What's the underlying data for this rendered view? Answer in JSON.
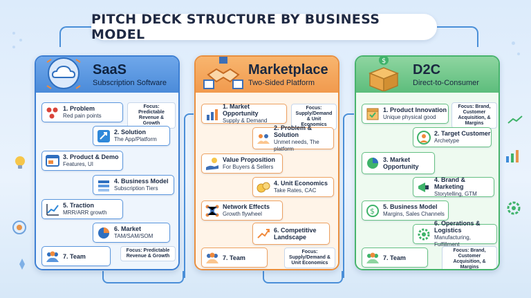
{
  "title": "PITCH DECK STRUCTURE BY BUSINESS MODEL",
  "colors": {
    "saas": "#4b8bd9",
    "marketplace": "#f19a4e",
    "d2c": "#5dbd7c",
    "connector": "#4a8fd8"
  },
  "saas": {
    "title": "SaaS",
    "subtitle": "Subscription Software",
    "header_icon": "cloud-icon",
    "focus_top": "Focus: Predictable Revenue & Growth",
    "focus_bottom": "Focus: Predictable Revenue & Growth",
    "items": [
      {
        "label": "1. Problem",
        "detail": "Red pain points",
        "icon": "red-drops-icon"
      },
      {
        "label": "2. Solution",
        "detail": "The App/Platform",
        "icon": "app-icon"
      },
      {
        "label": "3. Product & Demo",
        "detail": "Features, UI",
        "icon": "browser-window-icon"
      },
      {
        "label": "4. Business Model",
        "detail": "Subscription Tiers",
        "icon": "layers-icon"
      },
      {
        "label": "5. Traction",
        "detail": "MRR/ARR growth",
        "icon": "line-chart-icon"
      },
      {
        "label": "6. Market",
        "detail": "TAM/SAM/SOM",
        "icon": "pie-chart-icon"
      },
      {
        "label": "7. Team",
        "detail": "",
        "icon": "team-icon"
      }
    ]
  },
  "marketplace": {
    "title": "Marketplace",
    "subtitle": "Two-Sided Platform",
    "header_icon": "handshake-icon",
    "focus_top": "Focus: Supply/Demand & Unit Economics",
    "focus_bottom": "Focus: Supply/Demand & Unit Economics",
    "items": [
      {
        "label": "1. Market Opportunity",
        "detail": "Supply & Demand",
        "icon": "bar-chart-icon"
      },
      {
        "label": "2. Problem & Solution",
        "detail": "Unmet needs, The platform",
        "icon": "people-icon"
      },
      {
        "label": "Value Proposition",
        "detail": "For Buyers & Sellers",
        "icon": "hand-coin-icon"
      },
      {
        "label": "4. Unit Economics",
        "detail": "Take Rates, CAC",
        "icon": "coins-icon"
      },
      {
        "label": "Network Effects",
        "detail": "Growth flywheel",
        "icon": "network-icon"
      },
      {
        "label": "6. Competitive Landscape",
        "detail": "",
        "icon": "chart-up-icon"
      },
      {
        "label": "7. Team",
        "detail": "",
        "icon": "team-icon"
      }
    ]
  },
  "d2c": {
    "title": "D2C",
    "subtitle": "Direct-to-Consumer",
    "header_icon": "box-cart-icon",
    "focus_top": "Focus: Brand, Customer Acquisition, & Margins",
    "focus_bottom": "Focus: Brand, Customer Acquisition, & Margins",
    "items": [
      {
        "label": "1. Product Innovation",
        "detail": "Unique physical good",
        "icon": "box-icon"
      },
      {
        "label": "2. Target Customer",
        "detail": "Archetype",
        "icon": "user-icon"
      },
      {
        "label": "3. Market Opportunity",
        "detail": "",
        "icon": "pie-chart-icon"
      },
      {
        "label": "4. Brand & Marketing",
        "detail": "Storytelling, GTM",
        "icon": "megaphone-icon"
      },
      {
        "label": "5. Business Model",
        "detail": "Margins, Sales Channels",
        "icon": "dollar-cycle-icon"
      },
      {
        "label": "6. Operations & Logistics",
        "detail": "Manufacturing, Fulfillment",
        "icon": "gear-icon"
      },
      {
        "label": "7. Team",
        "detail": "",
        "icon": "team-icon"
      }
    ]
  }
}
